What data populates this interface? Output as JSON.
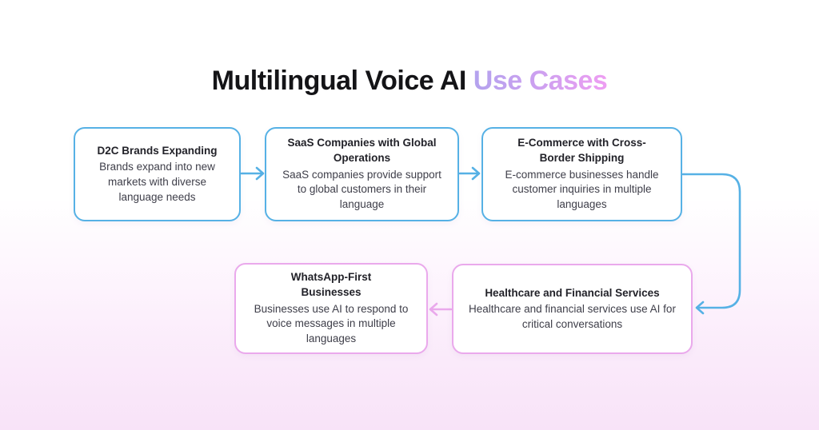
{
  "title": {
    "black_part": "Multilingual Voice AI",
    "gradient_part": " Use Cases"
  },
  "colors": {
    "blue_accent": "#56b1e5",
    "pink_accent": "#eaa9ec",
    "title_gradient_from": "#b1a3ee",
    "title_gradient_to": "#ee9ef2",
    "background_top": "#ffffff",
    "background_bottom": "#f8e3f8",
    "box_background": "#ffffff"
  },
  "boxes": [
    {
      "id": "d2c-brands-expanding",
      "accent": "blue",
      "title": "D2C Brands Expanding",
      "body": "Brands expand into new markets with diverse language needs"
    },
    {
      "id": "saas-companies-global-operations",
      "accent": "blue",
      "title": "SaaS Companies with Global Operations",
      "body": "SaaS companies provide support to global customers in their language"
    },
    {
      "id": "ecommerce-cross-border-shipping",
      "accent": "blue",
      "title": "E-Commerce with Cross-Border Shipping",
      "body": "E-commerce businesses handle customer inquiries in multiple languages"
    },
    {
      "id": "whatsapp-first-businesses",
      "accent": "pink",
      "title": "WhatsApp-First Businesses",
      "body": "Businesses use AI to respond to voice messages in multiple languages"
    },
    {
      "id": "healthcare-financial-services",
      "accent": "pink",
      "title": "Healthcare and Financial Services",
      "body": "Healthcare and financial services use AI for critical conversations"
    }
  ],
  "connectors": [
    {
      "from": "d2c-brands-expanding",
      "to": "saas-companies-global-operations",
      "color": "#56b1e5",
      "direction": "right"
    },
    {
      "from": "saas-companies-global-operations",
      "to": "ecommerce-cross-border-shipping",
      "color": "#56b1e5",
      "direction": "right"
    },
    {
      "from": "ecommerce-cross-border-shipping",
      "to": "healthcare-financial-services",
      "color": "#56b1e5",
      "direction": "down-then-left"
    },
    {
      "from": "healthcare-financial-services",
      "to": "whatsapp-first-businesses",
      "color": "#eaa9ec",
      "direction": "left"
    }
  ]
}
